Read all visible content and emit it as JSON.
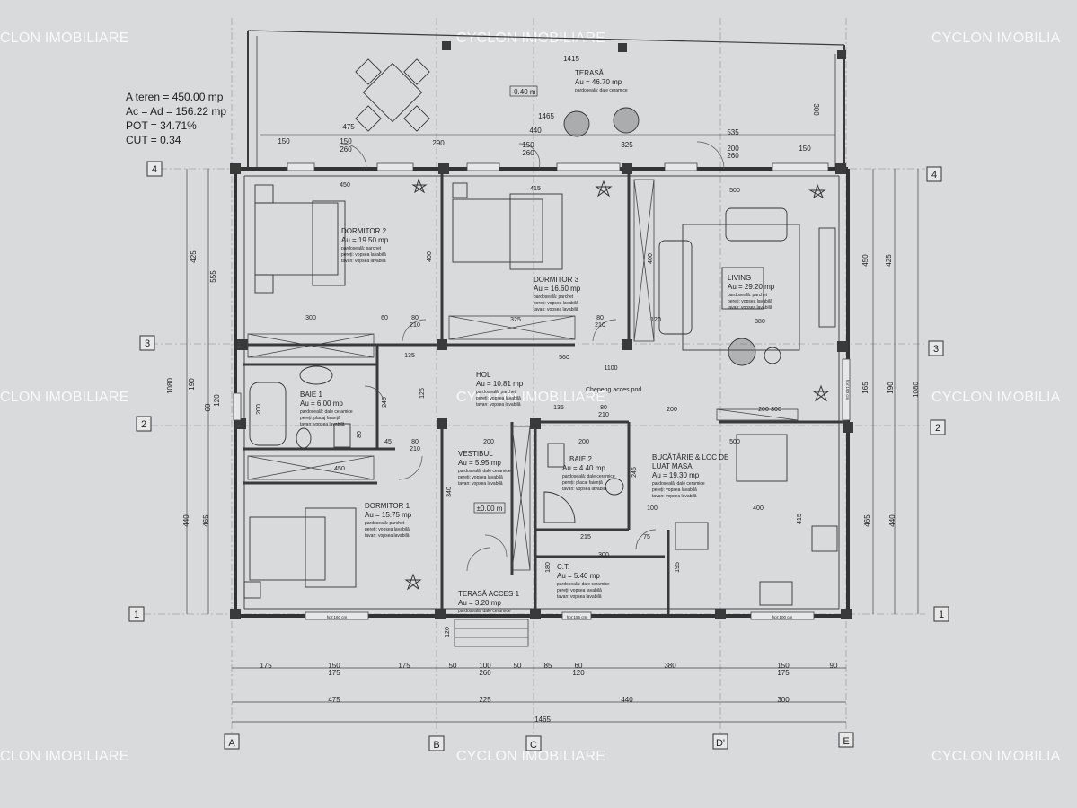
{
  "watermark": "CYCLON IMOBILIARE",
  "watermark_partial_left": "CLON IMOBILIARE",
  "watermark_partial_right": "CYCLON IMOBILIA",
  "site_info": {
    "a_teren": "A teren = 450.00 mp",
    "ac_ad": "Ac = Ad = 156.22 mp",
    "pot": "POT = 34.71%",
    "cut": "CUT = 0.34"
  },
  "levels": {
    "terrace": "-0.40 m",
    "entry": "±0.00 m"
  },
  "rooms": {
    "terasa": {
      "name": "TERASĂ",
      "area": "Au = 46.70 mp",
      "notes": [
        "pardoseală: dale ceramice"
      ]
    },
    "dormitor2": {
      "name": "DORMITOR 2",
      "area": "Au = 19.50 mp",
      "notes": [
        "pardoseală: parchet",
        "pereți: vopsea lavabilă",
        "tavan: vopsea lavabilă"
      ]
    },
    "dormitor3": {
      "name": "DORMITOR 3",
      "area": "Au = 16.60 mp",
      "notes": [
        "pardoseală: parchet",
        "pereți: vopsea lavabilă",
        "tavan: vopsea lavabilă"
      ]
    },
    "living": {
      "name": "LIVING",
      "area": "Au = 29.20 mp",
      "notes": [
        "pardoseală: parchet",
        "pereți: vopsea lavabilă",
        "tavan: vopsea lavabilă"
      ]
    },
    "baie1": {
      "name": "BAIE 1",
      "area": "Au = 6.00 mp",
      "notes": [
        "pardoseală: dale ceramice",
        "pereți: placaj faianță",
        "tavan: vopsea lavabilă"
      ]
    },
    "hol": {
      "name": "HOL",
      "area": "Au = 10.81 mp",
      "notes": [
        "pardoseală: parchet",
        "pereți: vopsea lavabilă",
        "tavan: vopsea lavabilă"
      ]
    },
    "chepeng": {
      "name": "Chepeng acces pod"
    },
    "vestibul": {
      "name": "VESTIBUL",
      "area": "Au = 5.95 mp",
      "notes": [
        "pardoseală: dale ceramice",
        "pereți: vopsea lavabilă",
        "tavan: vopsea lavabilă"
      ]
    },
    "baie2": {
      "name": "BAIE 2",
      "area": "Au = 4.40 mp",
      "notes": [
        "pardoseală: dale ceramice",
        "pereți: placaj faianță",
        "tavan: vopsea lavabilă"
      ]
    },
    "bucatarie": {
      "name": "BUCĂTĂRIE & LOC DE",
      "name2": "LUAT MASA",
      "area": "Au = 19.30 mp",
      "notes": [
        "pardoseală: dale ceramice",
        "pereți: vopsea lavabilă",
        "tavan: vopsea lavabilă"
      ]
    },
    "dormitor1": {
      "name": "DORMITOR 1",
      "area": "Au = 15.75 mp",
      "notes": [
        "pardoseală: parchet",
        "pereți: vopsea lavabilă",
        "tavan: vopsea lavabilă"
      ]
    },
    "ct": {
      "name": "C.T.",
      "area": "Au = 5.40 mp",
      "notes": [
        "pardoseală: dale ceramice",
        "pereți: vopsea lavabilă",
        "tavan: vopsea lavabilă"
      ]
    },
    "terasa_acces": {
      "name": "TERASĂ ACCES 1",
      "area": "Au = 3.20 mp",
      "notes": [
        "pardoseală: dale ceramice"
      ]
    }
  },
  "axes": {
    "vertical": [
      "A",
      "B",
      "C",
      "D'",
      "E"
    ],
    "horizontal": [
      "1",
      "2",
      "3",
      "4"
    ]
  },
  "dimensions": {
    "top": [
      "1415",
      "475",
      "1465",
      "440",
      "535",
      "150",
      "150",
      "260",
      "290",
      "150",
      "260",
      "325",
      "200",
      "260",
      "150",
      "300"
    ],
    "bottom_row1": [
      "175",
      "150",
      "175",
      "175",
      "50",
      "100",
      "260",
      "50",
      "85",
      "60",
      "120",
      "380",
      "150",
      "175",
      "90"
    ],
    "bottom_row2": [
      "475",
      "225",
      "440",
      "300"
    ],
    "bottom_total": "1465",
    "left": [
      "425",
      "555",
      "1080",
      "190",
      "120",
      "60",
      "440",
      "465"
    ],
    "right": [
      "450",
      "425",
      "165",
      "190",
      "1080",
      "465",
      "440"
    ],
    "inner": [
      "450",
      "415",
      "500",
      "400",
      "400",
      "300",
      "60",
      "80",
      "210",
      "325",
      "80",
      "210",
      "120",
      "380",
      "135",
      "560",
      "1100",
      "125",
      "200",
      "135",
      "80",
      "210",
      "200",
      "300",
      "450",
      "45",
      "80",
      "210",
      "200",
      "200",
      "245",
      "500",
      "340",
      "100",
      "400",
      "215",
      "75",
      "300",
      "195",
      "415",
      "180",
      "240",
      "200",
      "80",
      "120"
    ]
  },
  "window_tags": [
    "hpr:160 cm",
    "hpr:155 cm",
    "hpr:100 cm",
    "hpr:180 cm"
  ],
  "colors": {
    "paper": "#d9dadc",
    "ink": "#2a2a2a",
    "wall": "#3a3a3a"
  }
}
